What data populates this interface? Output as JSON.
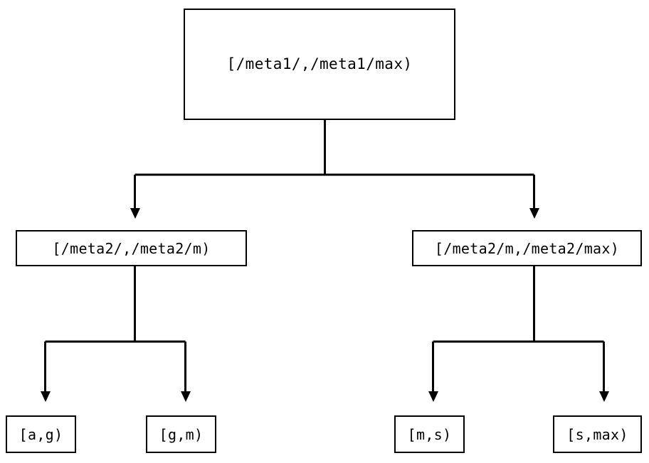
{
  "diagram": {
    "type": "tree-diagram",
    "title": "",
    "stroke_color": "#000000",
    "background_color": "#ffffff",
    "text_color": "#000000",
    "levels": 3,
    "nodes": {
      "root": {
        "label": "[/meta1/,/meta1/max)",
        "level": 0
      },
      "mid_left": {
        "label": "[/meta2/,/meta2/m)",
        "level": 1
      },
      "mid_right": {
        "label": "[/meta2/m,/meta2/max)",
        "level": 1
      },
      "leaf_1": {
        "label": "[a,g)",
        "level": 2
      },
      "leaf_2": {
        "label": "[g,m)",
        "level": 2
      },
      "leaf_3": {
        "label": "[m,s)",
        "level": 2
      },
      "leaf_4": {
        "label": "[s,max)",
        "level": 2
      }
    },
    "edges": [
      {
        "from": "root",
        "to": "mid_left",
        "arrow": "down-triangle"
      },
      {
        "from": "root",
        "to": "mid_right",
        "arrow": "down-triangle"
      },
      {
        "from": "mid_left",
        "to": "leaf_1",
        "arrow": "down-triangle"
      },
      {
        "from": "mid_left",
        "to": "leaf_2",
        "arrow": "down-triangle"
      },
      {
        "from": "mid_right",
        "to": "leaf_3",
        "arrow": "down-triangle"
      },
      {
        "from": "mid_right",
        "to": "leaf_4",
        "arrow": "down-triangle"
      }
    ]
  }
}
